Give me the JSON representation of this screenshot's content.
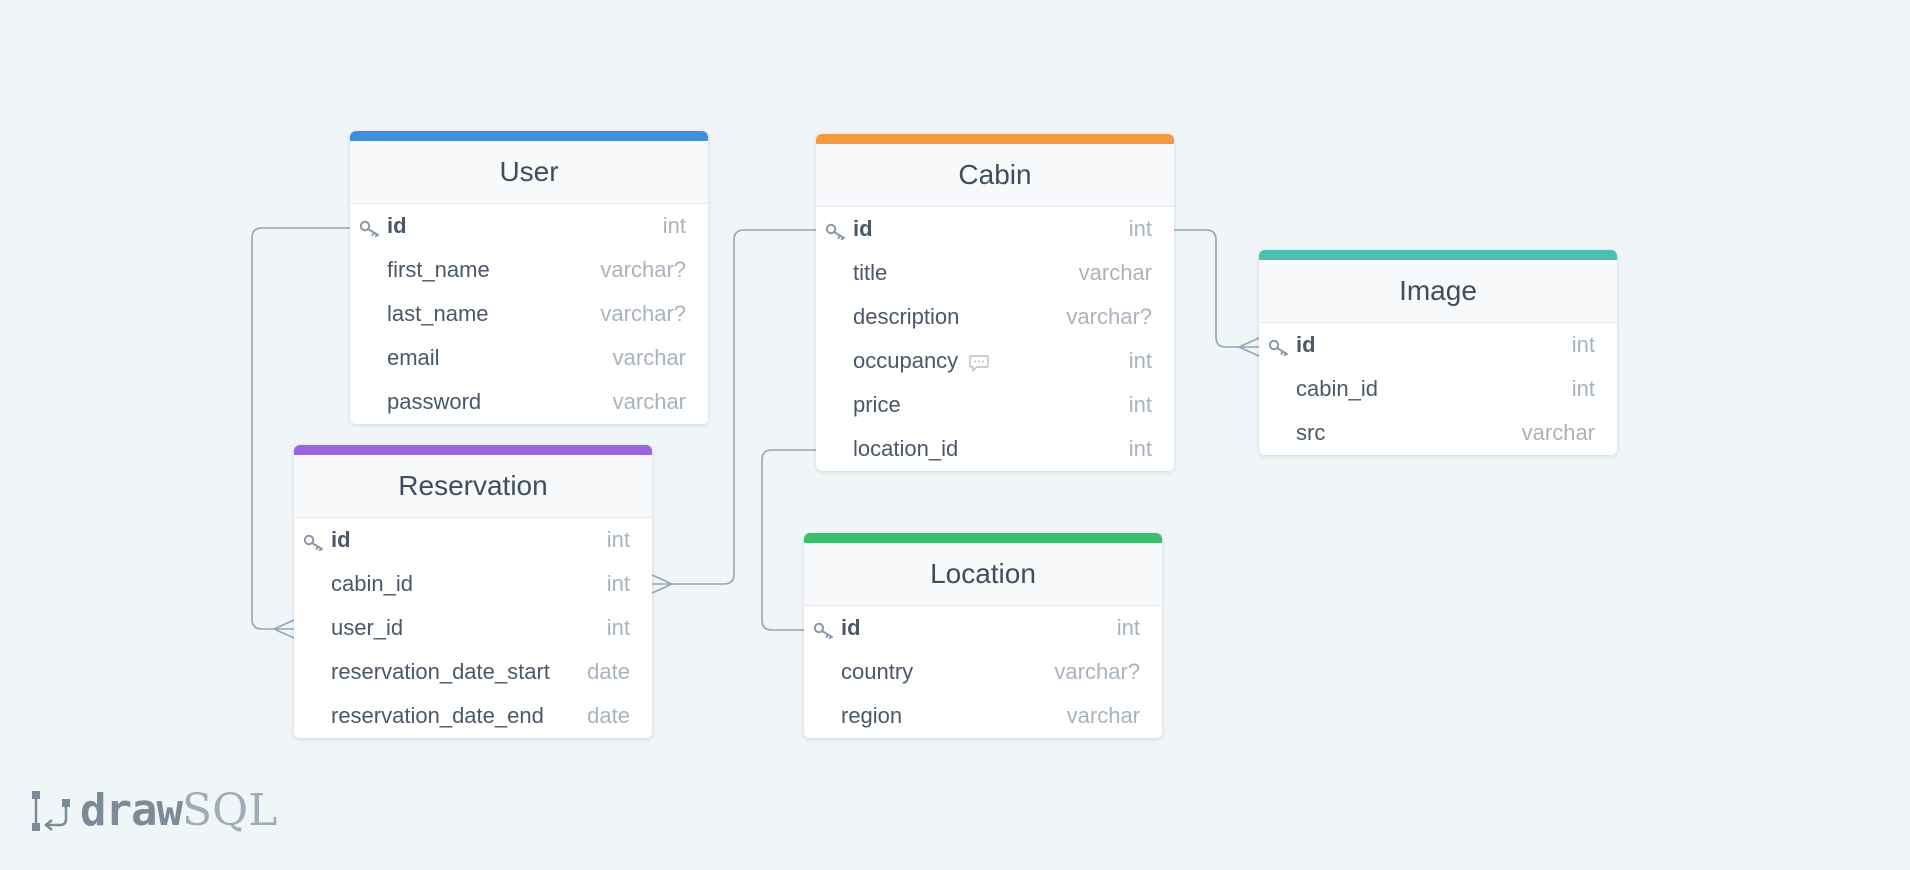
{
  "tables": [
    {
      "id": "user",
      "name": "User",
      "accent": "#3f8fde",
      "fields": [
        {
          "name": "id",
          "type": "int",
          "pk": true
        },
        {
          "name": "first_name",
          "type": "varchar?"
        },
        {
          "name": "last_name",
          "type": "varchar?"
        },
        {
          "name": "email",
          "type": "varchar"
        },
        {
          "name": "password",
          "type": "varchar"
        }
      ]
    },
    {
      "id": "cabin",
      "name": "Cabin",
      "accent": "#f59a42",
      "fields": [
        {
          "name": "id",
          "type": "int",
          "pk": true
        },
        {
          "name": "title",
          "type": "varchar"
        },
        {
          "name": "description",
          "type": "varchar?"
        },
        {
          "name": "occupancy",
          "type": "int",
          "comment": true
        },
        {
          "name": "price",
          "type": "int"
        },
        {
          "name": "location_id",
          "type": "int"
        }
      ]
    },
    {
      "id": "image",
      "name": "Image",
      "accent": "#4bbfb1",
      "fields": [
        {
          "name": "id",
          "type": "int",
          "pk": true
        },
        {
          "name": "cabin_id",
          "type": "int"
        },
        {
          "name": "src",
          "type": "varchar"
        }
      ]
    },
    {
      "id": "reservation",
      "name": "Reservation",
      "accent": "#9a66e0",
      "fields": [
        {
          "name": "id",
          "type": "int",
          "pk": true
        },
        {
          "name": "cabin_id",
          "type": "int"
        },
        {
          "name": "user_id",
          "type": "int"
        },
        {
          "name": "reservation_date_start",
          "type": "date"
        },
        {
          "name": "reservation_date_end",
          "type": "date"
        }
      ]
    },
    {
      "id": "location",
      "name": "Location",
      "accent": "#38c06a",
      "fields": [
        {
          "name": "id",
          "type": "int",
          "pk": true
        },
        {
          "name": "country",
          "type": "varchar?"
        },
        {
          "name": "region",
          "type": "varchar"
        }
      ]
    }
  ],
  "relations": [
    {
      "from": "user.id",
      "to": "reservation.user_id",
      "cardinality": "one-to-many"
    },
    {
      "from": "cabin.id",
      "to": "reservation.cabin_id",
      "cardinality": "one-to-many"
    },
    {
      "from": "cabin.id",
      "to": "image.id",
      "cardinality": "one-to-many"
    },
    {
      "from": "cabin.location_id",
      "to": "location.id",
      "cardinality": "one-to-one"
    }
  ],
  "icons": {
    "primary_key": "key-icon",
    "comment": "comment-icon"
  },
  "colors": {
    "connector": "#95a5b6",
    "background": "#f0f5f8"
  },
  "logo": {
    "draw": "draw",
    "sql": "SQL"
  }
}
